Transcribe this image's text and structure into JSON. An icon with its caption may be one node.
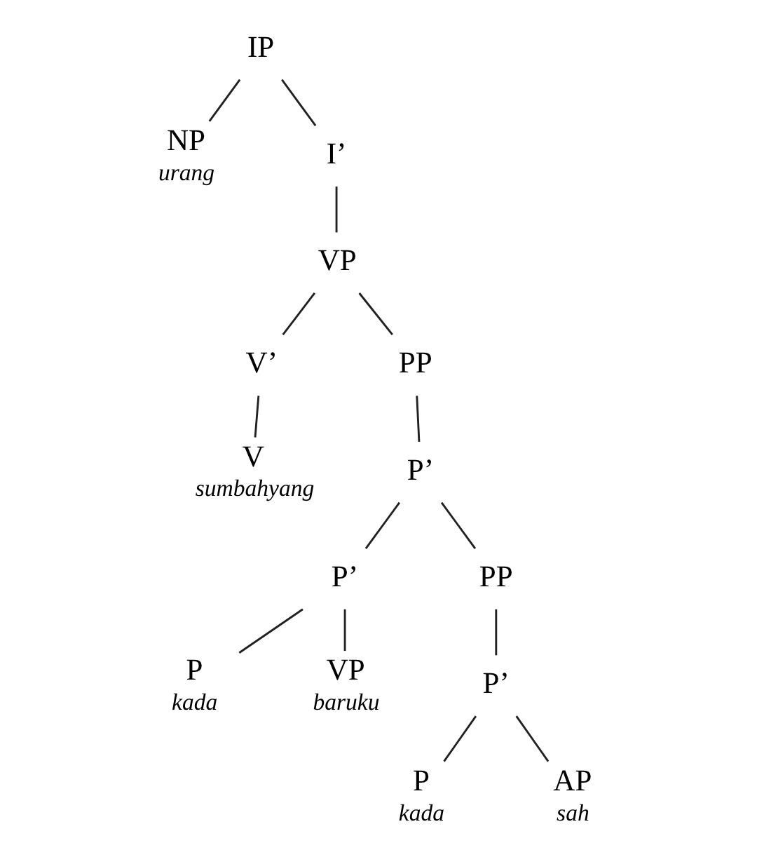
{
  "diagram": {
    "nodes": [
      {
        "text": [
          "IP"
        ]
      },
      {
        "text": [
          "NP"
        ],
        "beside": [
          "urang"
        ]
      },
      {
        "text": [
          "I’"
        ]
      },
      {
        "text": [
          "VP"
        ]
      },
      {
        "text": [
          "V’"
        ]
      },
      {
        "text": [
          "PP"
        ]
      },
      {
        "text": [
          "V"
        ],
        "beside": [
          "sumbahyang"
        ]
      },
      {
        "text": [
          "P’"
        ]
      },
      {
        "text": [
          "P’"
        ]
      },
      {
        "text": [
          "PP"
        ]
      },
      {
        "text": [
          "P"
        ],
        "beside": [
          "kada"
        ]
      },
      {
        "text": [
          "VP"
        ],
        "beside": [
          "baruku"
        ]
      },
      {
        "text": [
          "P’"
        ]
      },
      {
        "text": [
          "P"
        ],
        "beside": [
          "kada"
        ]
      },
      {
        "text": [
          "AP"
        ],
        "beside": [
          "sah"
        ]
      }
    ],
    "edges": [
      {
        "from": 0,
        "to": 1,
        "arrow": "none"
      },
      {
        "from": 0,
        "to": 2,
        "arrow": "none"
      },
      {
        "from": 2,
        "to": 3,
        "arrow": "none"
      },
      {
        "from": 3,
        "to": 4,
        "arrow": "none"
      },
      {
        "from": 3,
        "to": 5,
        "arrow": "none"
      },
      {
        "from": 4,
        "to": 6,
        "arrow": "none"
      },
      {
        "from": 5,
        "to": 7,
        "arrow": "none"
      },
      {
        "from": 7,
        "to": 8,
        "arrow": "none"
      },
      {
        "from": 7,
        "to": 9,
        "arrow": "none"
      },
      {
        "from": 8,
        "to": 10,
        "arrow": "none"
      },
      {
        "from": 8,
        "to": 11,
        "arrow": "none"
      },
      {
        "from": 9,
        "to": 12,
        "arrow": "none"
      },
      {
        "from": 12,
        "to": 13,
        "arrow": "none"
      },
      {
        "from": 12,
        "to": 14,
        "arrow": "none"
      }
    ]
  }
}
